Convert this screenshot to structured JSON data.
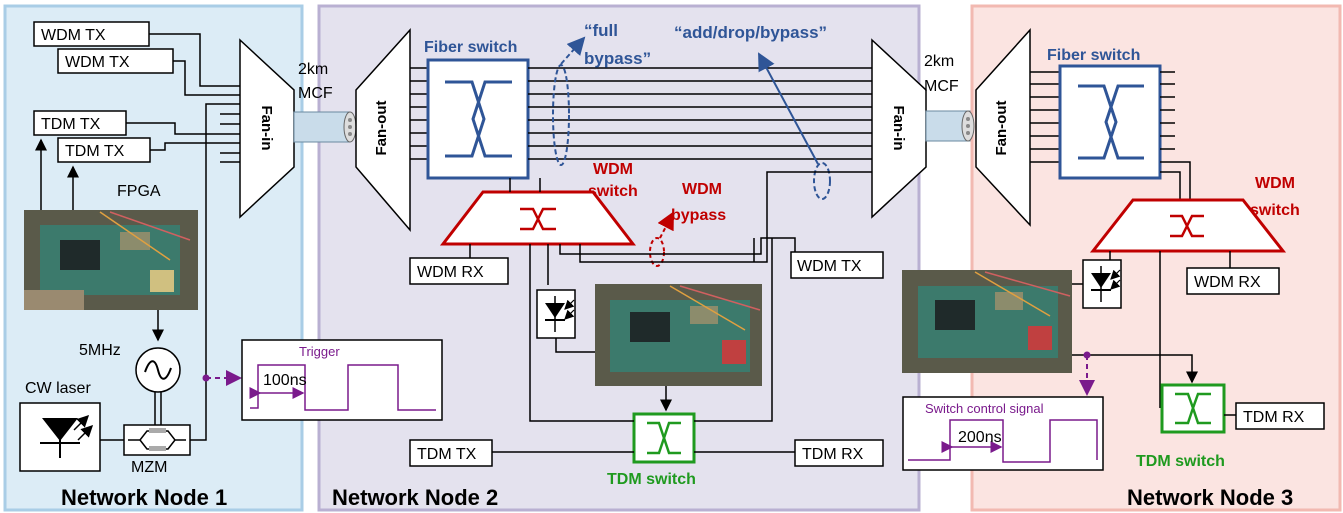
{
  "nodes": {
    "node1": {
      "title": "Network Node 1",
      "bg": "#dcecf6",
      "border": "#a9cde6"
    },
    "node2": {
      "title": "Network Node 2",
      "bg": "#e4e2ee",
      "border": "#b9b0d2"
    },
    "node3": {
      "title": "Network Node 3",
      "bg": "#fbe4e1",
      "border": "#f2b9b1"
    }
  },
  "node1": {
    "wdm_tx_1": "WDM TX",
    "wdm_tx_2": "WDM TX",
    "tdm_tx_1": "TDM TX",
    "tdm_tx_2": "TDM TX",
    "fpga": "FPGA",
    "freq": "5MHz",
    "cw_laser": "CW laser",
    "mzm": "MZM",
    "fan_in": "Fan-in"
  },
  "link1": {
    "line1": "2km",
    "line2": "MCF"
  },
  "link2": {
    "line1": "2km",
    "line2": "MCF"
  },
  "trigger": {
    "title": "Trigger",
    "width_label": "100ns"
  },
  "node2": {
    "fan_out": "Fan-out",
    "fiber_switch": "Fiber switch",
    "wdm_switch_1": "WDM",
    "wdm_switch_2": "switch",
    "wdm_bypass_1": "WDM",
    "wdm_bypass_2": "bypass",
    "full_bypass_1": "“full",
    "full_bypass_2": "bypass”",
    "add_drop": "“add/drop/bypass”",
    "wdm_rx": "WDM RX",
    "wdm_tx": "WDM TX",
    "tdm_tx": "TDM TX",
    "tdm_rx": "TDM RX",
    "tdm_switch": "TDM switch",
    "fan_in": "Fan-in"
  },
  "node3": {
    "fan_out": "Fan-out",
    "fiber_switch": "Fiber switch",
    "wdm_switch_1": "WDM",
    "wdm_switch_2": "switch",
    "wdm_rx": "WDM RX",
    "tdm_rx": "TDM RX",
    "tdm_switch": "TDM switch"
  },
  "control": {
    "title": "Switch control signal",
    "width_label": "200ns"
  },
  "colors": {
    "blue_switch": "#2f5597",
    "red_switch": "#c00000",
    "green_switch": "#1f9a1f",
    "purple_signal": "#7a1a8c"
  }
}
